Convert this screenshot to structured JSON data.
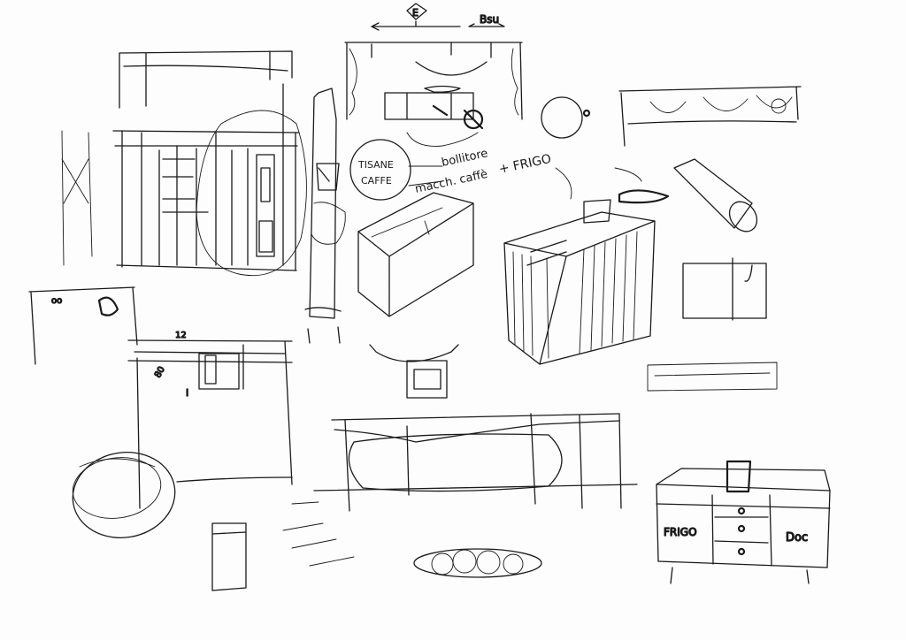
{
  "labels": {
    "dim_e": "E",
    "dim_b": "Bsu",
    "note_tisane_1": "TISANE",
    "note_tisane_2": "CAFFE",
    "note_bollitore": "bollitore",
    "note_macch": "macch. caffè",
    "note_frigo": "+ FRIGO",
    "dim_12": "12",
    "dim_80": "80",
    "mark_i": "I",
    "mark_oo": "oo",
    "drawer_frigo": "FRIGO",
    "drawer_doc": "Doc"
  },
  "colors": {
    "ink": "#1a1a1a",
    "paper": "#fdfdfd"
  }
}
